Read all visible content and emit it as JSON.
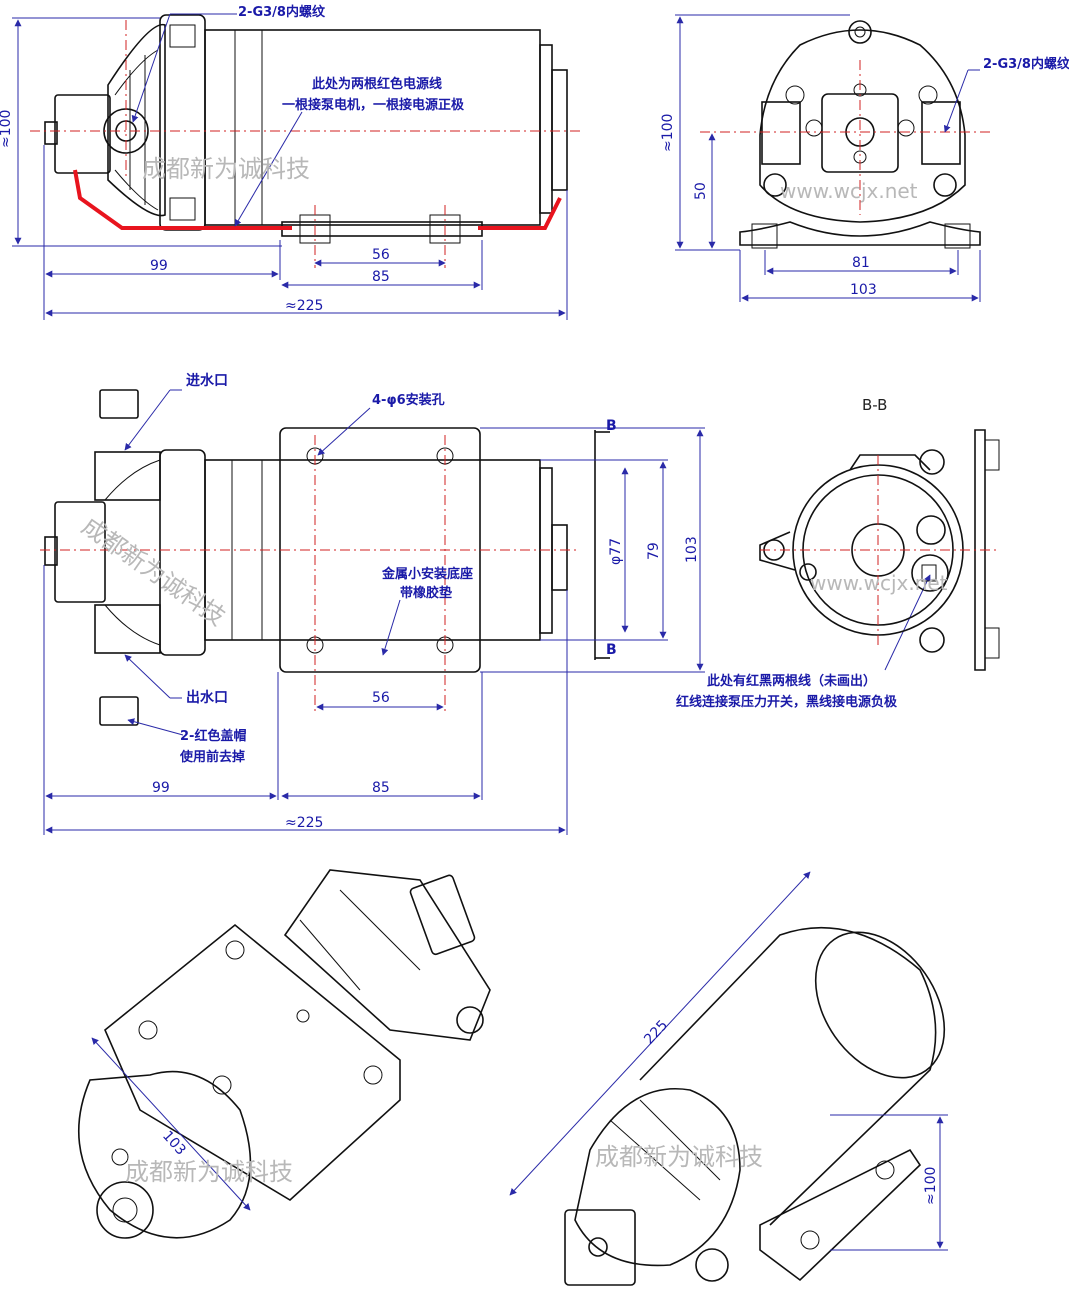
{
  "labels": {
    "thread_front": "2-G3/8内螺纹",
    "thread_side": "2-G3/8内螺纹",
    "red_wires_1": "此处为两根红色电源线",
    "red_wires_2": "一根接泵电机，一根接电源正极",
    "inlet": "进水口",
    "outlet": "出水口",
    "holes": "4-φ6安装孔",
    "base_1": "金属小安装底座",
    "base_2": "带橡胶垫",
    "wires_note_1": "此处有红黑两根线（未画出）",
    "wires_note_2": "红线连接泵压力开关，黑线接电源负极",
    "caps_1": "2-红色盖帽",
    "caps_2": "使用前去掉",
    "section": "B-B",
    "section_b_top": "B",
    "section_b_bottom": "B"
  },
  "dimensions": {
    "front_height": "≈100",
    "front_56": "56",
    "front_85": "85",
    "front_99": "99",
    "front_225": "≈225",
    "side_height": "≈100",
    "side_50": "50",
    "side_81": "81",
    "side_103": "103",
    "top_56": "56",
    "top_99": "99",
    "top_85": "85",
    "top_225": "≈225",
    "top_d77": "φ77",
    "top_79": "79",
    "top_103": "103",
    "iso_103": "103",
    "iso_225": "225",
    "iso_100": "≈100"
  },
  "watermarks": {
    "wm1": "成都新为诚科技",
    "wm2": "www.wcjx.net",
    "wm3": "成都新为诚科技",
    "wm4": "www.wcjx.net",
    "wm5": "成都新为诚科技",
    "wm6": "成都新为诚科技"
  },
  "colors": {
    "annotation": "#1a1aa8",
    "wire": "#e8141e",
    "centerline": "#d02020",
    "watermark": "#b8b8b8"
  }
}
